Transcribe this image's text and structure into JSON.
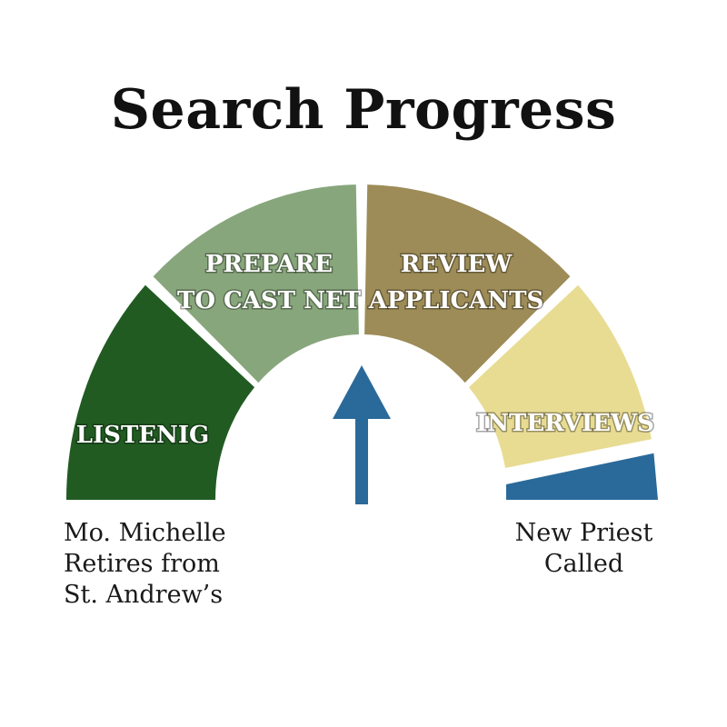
{
  "title": "Search Progress",
  "progress_fraction": 0.5,
  "segments": [
    {
      "lines": [
        "LISTENIG"
      ],
      "color": "#215b22"
    },
    {
      "lines": [
        "PREPARE",
        "TO CAST NET"
      ],
      "color": "#88a67c"
    },
    {
      "lines": [
        "REVIEW",
        "APPLICANTS"
      ],
      "color": "#9d8c57"
    },
    {
      "lines": [
        "INTERVIEWS"
      ],
      "color": "#e8dc93"
    }
  ],
  "final_segment": {
    "color": "#2a6a9a"
  },
  "arrow_color": "#2a6a9a",
  "captions": {
    "start": [
      "Mo. Michelle",
      "Retires from",
      "St. Andrew’s"
    ],
    "end": [
      "New Priest",
      "Called"
    ]
  }
}
